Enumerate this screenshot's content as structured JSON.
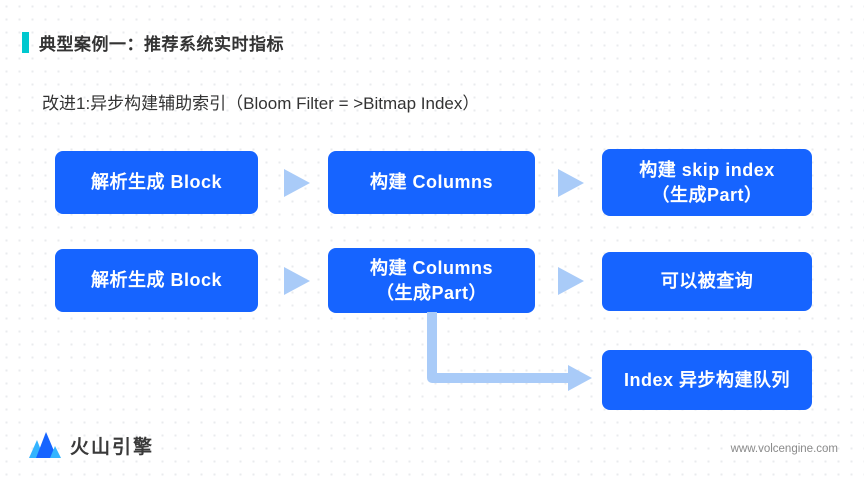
{
  "slide": {
    "title": "典型案例一：推荐系统实时指标",
    "subtitle": "改进1:异步构建辅助索引（Bloom Filter = >Bitmap Index）"
  },
  "flow": {
    "row1": [
      {
        "line1": "解析生成 Block",
        "line2": ""
      },
      {
        "line1": "构建 Columns",
        "line2": ""
      },
      {
        "line1": "构建 skip index",
        "line2": "（生成Part）"
      }
    ],
    "row2": [
      {
        "line1": "解析生成 Block",
        "line2": ""
      },
      {
        "line1": "构建 Columns",
        "line2": "（生成Part）"
      },
      {
        "line1": "可以被查询",
        "line2": ""
      }
    ],
    "row3": [
      {
        "line1": "Index 异步构建队列",
        "line2": ""
      }
    ]
  },
  "colors": {
    "box_blue": "#1664ff",
    "arrow_light_blue": "#a9cbf8",
    "accent_teal": "#00c8cf"
  },
  "footer": {
    "brand": "火山引擎",
    "url": "www.volcengine.com"
  }
}
